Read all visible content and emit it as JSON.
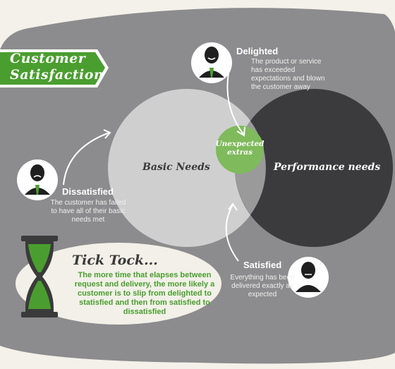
{
  "title": {
    "line1": "Customer",
    "line2": "Satisfaction"
  },
  "circles": {
    "basic": "Basic Needs",
    "performance": "Performance needs",
    "overlap": "Unexpected extras"
  },
  "personas": {
    "delighted": {
      "label": "Delighted",
      "desc": "The product or service has exceeded expectations and blown the customer away"
    },
    "dissatisfied": {
      "label": "Dissatisfied",
      "desc": "The customer has failed to have all of their basic needs met"
    },
    "satisfied": {
      "label": "Satisfied",
      "desc": "Everything has been delivered exactly as expected"
    }
  },
  "tick_tock": {
    "title": "Tick Tock...",
    "body": "The more time that elapses between request and delivery, the more likely a customer is to slip from delighted to statisfied and then from satisfied to dissatisfied"
  },
  "colors": {
    "background_blob": "#8c8c8e",
    "basic_circle": "#cfcfd0",
    "performance_circle": "#3b3b3d",
    "accent_green": "#4a9e2f",
    "overlap_green": "#7fba5c"
  },
  "icons": [
    "dissatisfied-face-icon",
    "delighted-face-icon",
    "satisfied-face-icon",
    "hourglass-icon"
  ]
}
